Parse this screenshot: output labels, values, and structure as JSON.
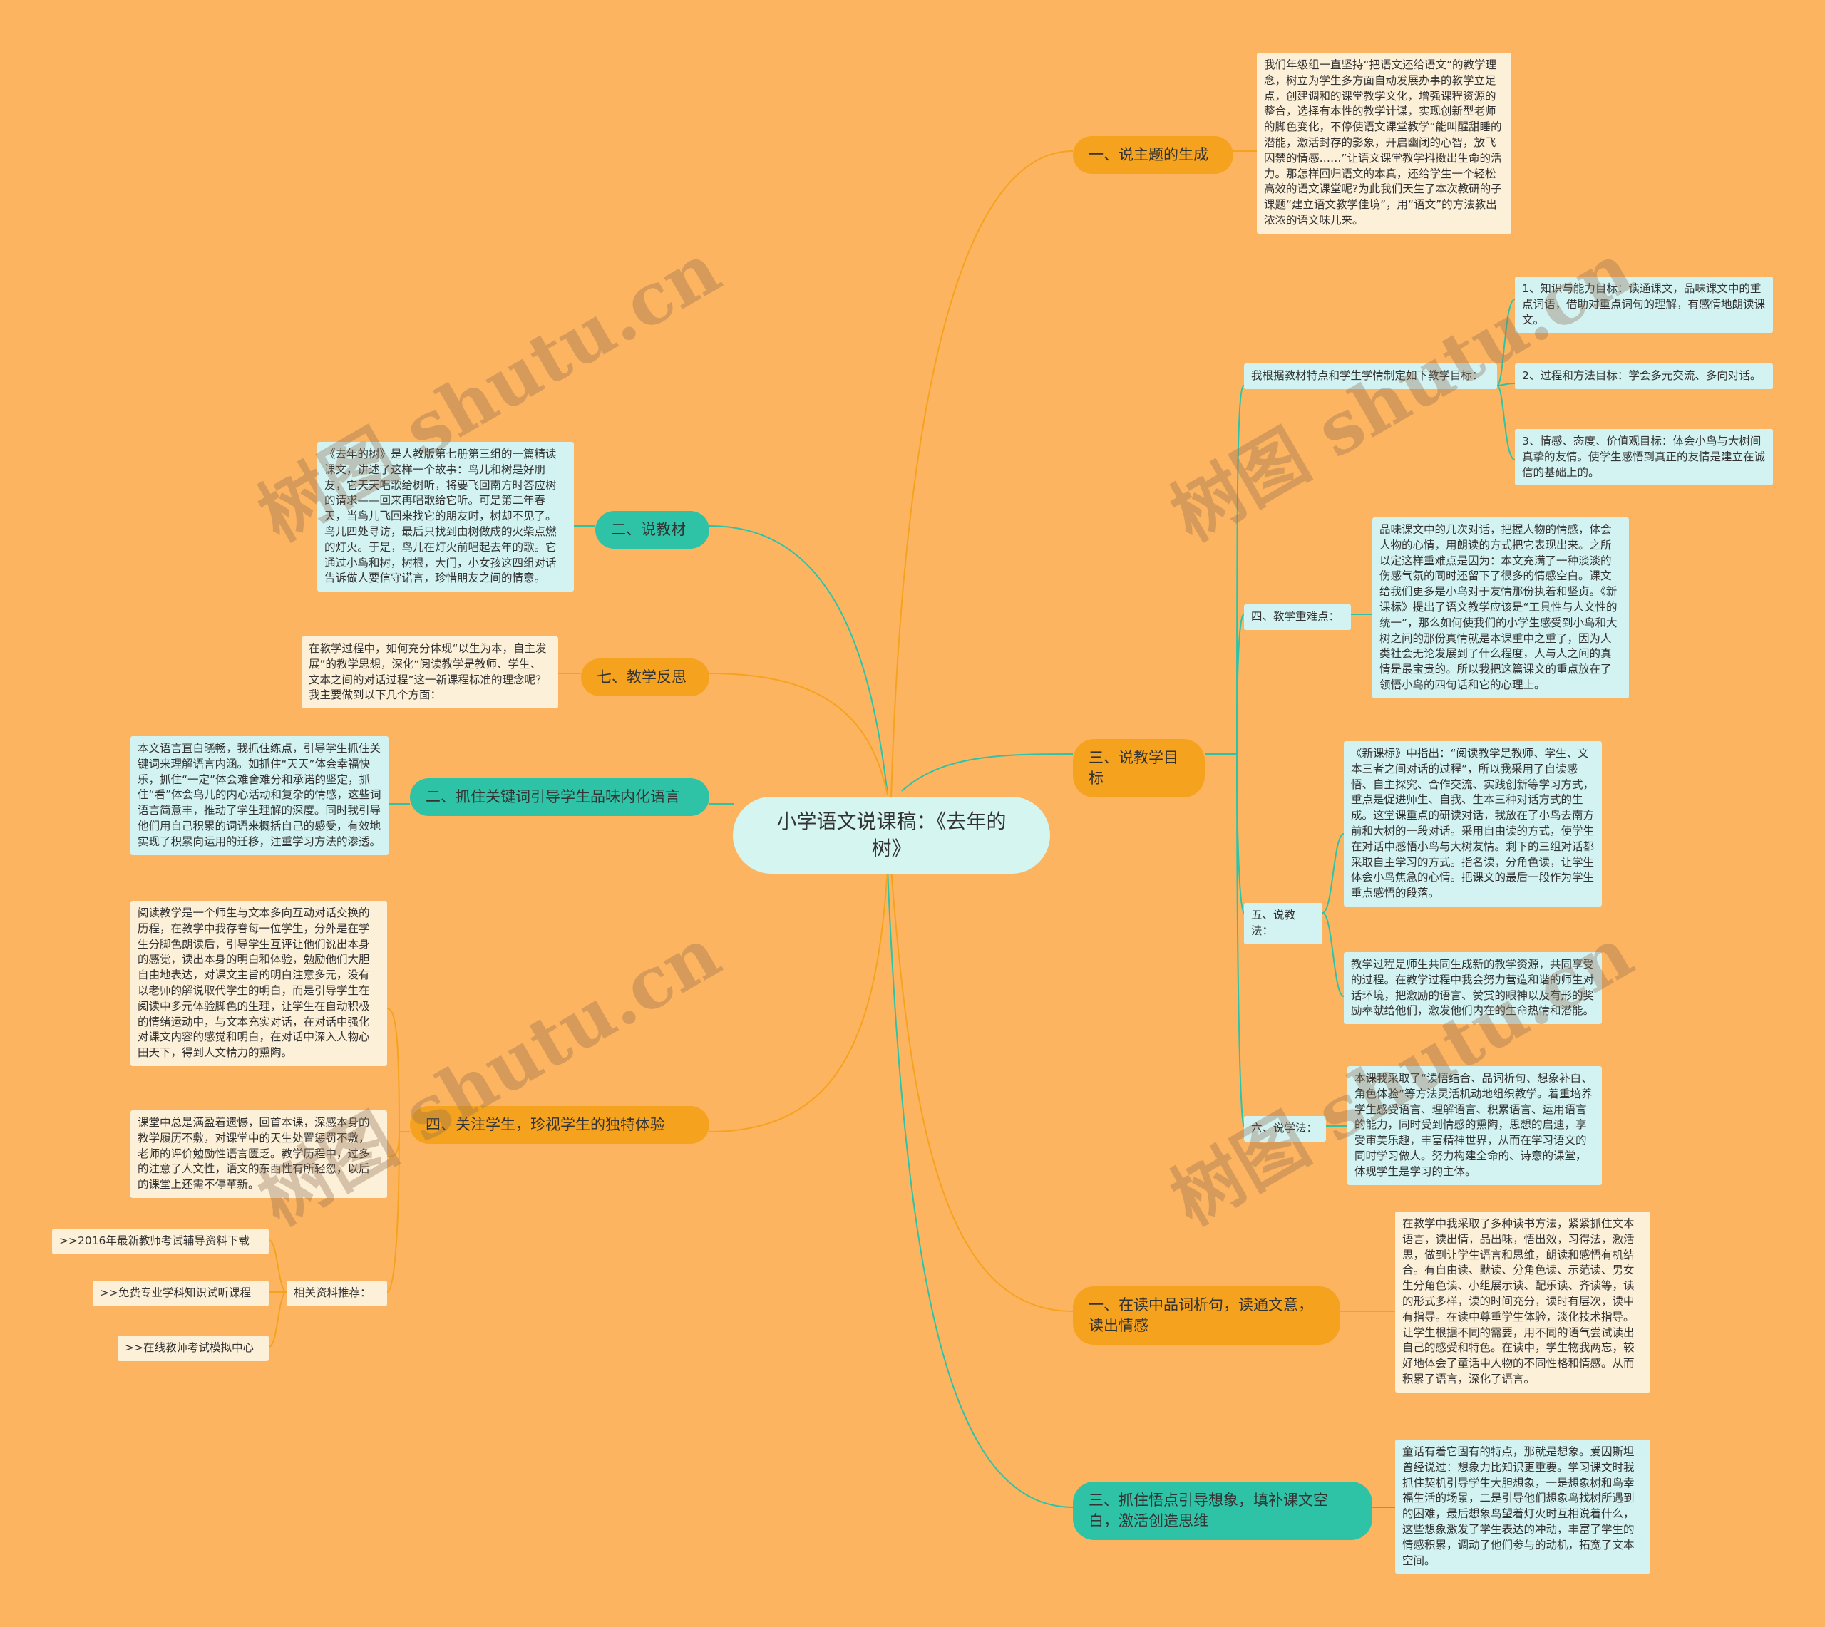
{
  "root": "小学语文说课稿：《去年的树》",
  "right": {
    "topic": {
      "label": "一、说主题的生成",
      "text": "我们年级组一直坚持“把语文还给语文”的教学理念，树立为学生多方面自动发展办事的教学立足点，创建调和的课堂教学文化，增强课程资源的整合，选择有本性的教学计谋，实现创新型老师的脚色变化，不停使语文课堂教学“能叫醒甜睡的潜能，激活封存的影象，开启幽闭的心智，放飞囚禁的情感……”让语文课堂教学抖擞出生命的活力。那怎样回归语文的本真，还给学生一个轻松高效的语文课堂呢?为此我们天生了本次教研的子课题“建立语文教学佳境”，用“语文”的方法教出浓浓的语文味儿来。"
    },
    "goals": {
      "label": "三、说教学目标",
      "objectives_intro": "我根据教材特点和学生学情制定如下教学目标：",
      "objectives": [
        "1、知识与能力目标：读通课文，品味课文中的重点词语，借助对重点词句的理解，有感情地朗读课文。",
        "2、过程和方法目标：学会多元交流、多向对话。",
        "3、情感、态度、价值观目标：体会小鸟与大树间真挚的友情。使学生感悟到真正的友情是建立在诚信的基础上的。"
      ],
      "difficulty_label": "四、教学重难点：",
      "difficulty_text": "品味课文中的几次对话，把握人物的情感，体会人物的心情，用朗读的方式把它表现出来。之所以定这样重难点是因为：本文充满了一种淡淡的伤感气氛的同时还留下了很多的情感空白。课文给我们更多是小鸟对于友情那份执着和坚贞。《新课标》提出了语文教学应该是“工具性与人文性的统一”，那么如何使我们的小学生感受到小鸟和大树之间的那份真情就是本课重中之重了，因为人类社会无论发展到了什么程度，人与人之间的真情是最宝贵的。所以我把这篇课文的重点放在了领悟小鸟的四句话和它的心理上。",
      "method_label": "五、说教法：",
      "method_texts": [
        "《新课标》中指出：“阅读教学是教师、学生、文本三者之间对话的过程”，所以我采用了自读感悟、自主探究、合作交流、实践创新等学习方式，重点是促进师生、自我、生本三种对话方式的生成。这堂课重点的研读对话，我放在了小鸟去南方前和大树的一段对话。采用自由读的方式，使学生在对话中感悟小鸟与大树友情。剩下的三组对话都采取自主学习的方式。指名读，分角色读，让学生体会小鸟焦急的心情。把课文的最后一段作为学生重点感悟的段落。",
        "教学过程是师生共同生成新的教学资源，共同享受的过程。在教学过程中我会努力营造和谐的师生对话环境，把激励的语言、赞赏的眼神以及有形的奖励奉献给他们，激发他们内在的生命热情和潜能。"
      ],
      "study_label": "六、说学法：",
      "study_text": "本课我采取了“读悟结合、品词析句、想象补白、角色体验”等方法灵活机动地组织教学。着重培养学生感受语言、理解语言、积累语言、运用语言的能力，同时受到情感的熏陶，思想的启迪，享受审美乐趣，丰富精神世界，从而在学习语文的同时学习做人。努力构建全命的、诗意的课堂，体现学生是学习的主体。"
    },
    "reading": {
      "label": "一、在读中品词析句，读通文意，读出情感",
      "text": "在教学中我采取了多种读书方法，紧紧抓住文本语言，读出情，品出味，悟出效，习得法，激活思，做到让学生语言和思维，朗读和感悟有机结合。有自由读、默读、分角色读、示范读、男女生分角色读、小组展示读、配乐读、齐读等，读的形式多样，读的时间充分，读时有层次，读中有指导。在读中尊重学生体验，淡化技术指导。让学生根据不同的需要，用不同的语气尝试读出自己的感受和特色。在读中，学生物我两忘，较好地体会了童话中人物的不同性格和情感。从而积累了语言，深化了语言。"
    },
    "imagine": {
      "label": "三、抓住悟点引导想象，填补课文空白，激活创造思维",
      "text": "童话有着它固有的特点，那就是想象。爱因斯坦曾经说过：想象力比知识更重要。学习课文时我抓住契机引导学生大胆想象，一是想象树和鸟幸福生活的场景，二是引导他们想象鸟找树所遇到的困难，最后想象鸟望着灯火时互相说着什么，这些想象激发了学生表达的冲动，丰富了学生的情感积累，调动了他们参与的动机，拓宽了文本空间。"
    }
  },
  "left": {
    "material": {
      "label": "二、说教材",
      "text": "《去年的树》是人教版第七册第三组的一篇精读课文，讲述了这样一个故事：鸟儿和树是好朋友，它天天唱歌给树听，将要飞回南方时答应树的请求——回来再唱歌给它听。可是第二年春天，当鸟儿飞回来找它的朋友时，树却不见了。鸟儿四处寻访，最后只找到由树做成的火柴点燃的灯火。于是，鸟儿在灯火前唱起去年的歌。它通过小鸟和树，树根，大门，小女孩这四组对话告诉做人要信守诺言，珍惜朋友之间的情意。"
    },
    "reflection": {
      "label": "七、教学反思",
      "text": "在教学过程中，如何充分体现“以生为本，自主发展”的教学思想，深化“阅读教学是教师、学生、文本之间的对话过程”这一新课程标准的理念呢？我主要做到以下几个方面："
    },
    "keywords": {
      "label": "二、抓住关键词引导学生品味内化语言",
      "text": "本文语言直白晓畅，我抓住练点，引导学生抓住关键词来理解语言内涵。如抓住“天天”体会幸福快乐，抓住“一定”体会难舍难分和承诺的坚定，抓住“看”体会鸟儿的内心活动和复杂的情感，这些词语言简意丰，推动了学生理解的深度。同时我引导他们用自己积累的词语来概括自己的感受，有效地实现了积累向运用的迁移，注重学习方法的渗透。"
    },
    "students": {
      "label": "四、关注学生，珍视学生的独特体验",
      "texts": [
        "阅读教学是一个师生与文本多向互动对话交换的历程，在教学中我存眷每一位学生，分外是在学生分脚色朗读后，引导学生互评让他们说出本身的感觉，读出本身的明白和体验，勉励他们大胆自由地表达，对课文主旨的明白注意多元，没有以老师的解说取代学生的明白，而是引导学生在阅读中多元体验脚色的生理，让学生在自动积极的情绪运动中，与文本充实对话，在对话中强化对课文内容的感觉和明白，在对话中深入人物心田天下，得到人文精力的熏陶。",
        "课堂中总是满盈着遗憾，回首本课，深感本身的教学履历不敷，对课堂中的天生处置惩罚不敷，老师的评价勉励性语言匮乏。教学历程中，过多的注意了人文性，语文的东西性有所轻忽，以后的课堂上还需不停革新。"
      ],
      "resources_label": "相关资料推荐：",
      "resources": [
        ">>2016年最新教师考试辅导资料下载",
        ">>免费专业学科知识试听课程",
        ">>在线教师考试模拟中心"
      ]
    }
  },
  "watermark": "树图 shutu.cn",
  "colors": {
    "background": "#fdb460",
    "orange_branch": "#f5a31e",
    "teal_branch": "#2ec3a7",
    "root": "#d5f5f0",
    "leaf_cream": "#fdf0d8",
    "leaf_cyan": "#d3f3f3"
  }
}
